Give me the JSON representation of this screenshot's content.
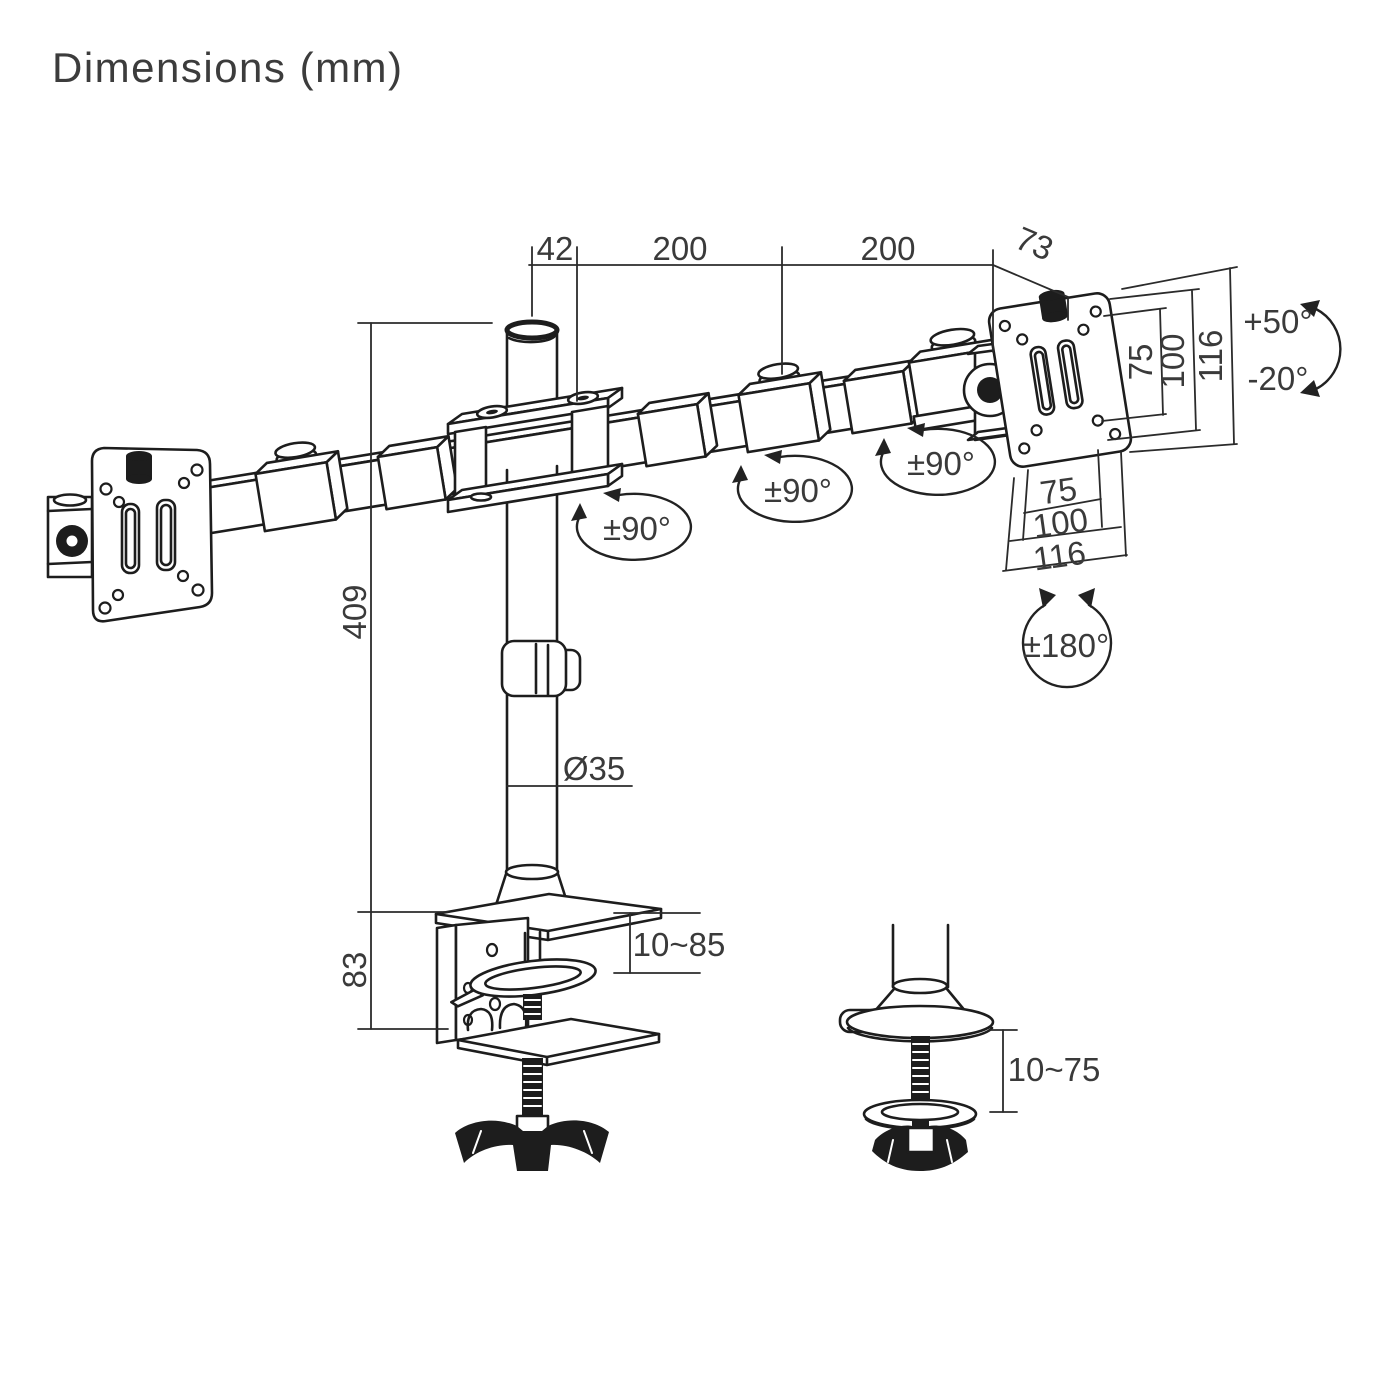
{
  "title": "Dimensions (mm)",
  "colors": {
    "line": "#1d1d1d",
    "dim_text": "#3a3a3a",
    "background": "#ffffff"
  },
  "dims": {
    "pole_offset": "42",
    "arm_section_1": "200",
    "arm_section_2": "200",
    "head_depth": "73",
    "pole_height": "409",
    "clamp_height": "83",
    "pole_diameter": "Ø35",
    "clamp_thickness_range": "10~85",
    "grommet_thickness_range": "10~75"
  },
  "vesa": {
    "side": {
      "p75": "75",
      "p100": "100",
      "p116": "116"
    },
    "bottom": {
      "p75": "75",
      "p100": "100",
      "p116": "116"
    }
  },
  "angles": {
    "tilt_up": "+50°",
    "tilt_down": "-20°",
    "vesa_rotation": "±180°",
    "swivel_left": "±90°",
    "swivel_center": "±90°",
    "swivel_right": "±90°"
  }
}
